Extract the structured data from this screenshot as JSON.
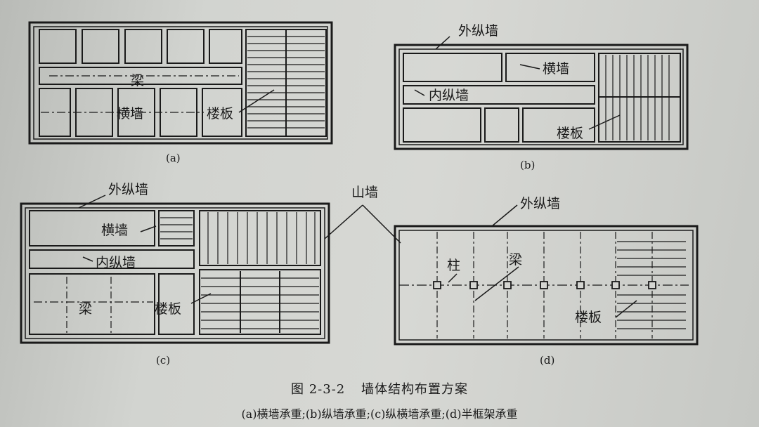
{
  "figure": {
    "number": "图 2-3-2",
    "title": "墙体结构布置方案",
    "subtitle": "(a)横墙承重;(b)纵墙承重;(c)纵横墙承重;(d)半框架承重"
  },
  "panels": {
    "a": {
      "tag": "(a)",
      "labels": {
        "beam": "梁",
        "cross_wall": "横墙",
        "slab": "楼板"
      }
    },
    "b": {
      "tag": "(b)",
      "labels": {
        "outer_wall": "外纵墙",
        "cross_wall": "横墙",
        "inner_wall": "内纵墙",
        "slab": "楼板"
      }
    },
    "c": {
      "tag": "(c)",
      "labels": {
        "outer_wall": "外纵墙",
        "cross_wall": "横墙",
        "inner_wall": "内纵墙",
        "beam": "梁",
        "slab": "楼板"
      }
    },
    "d": {
      "tag": "(d)",
      "labels": {
        "outer_wall": "外纵墙",
        "column": "柱",
        "beam": "梁",
        "slab": "楼板"
      }
    }
  },
  "shared": {
    "gable_wall": "山墙"
  },
  "colors": {
    "ink": "#1a1a1a",
    "paper": "#d4d5d1"
  }
}
